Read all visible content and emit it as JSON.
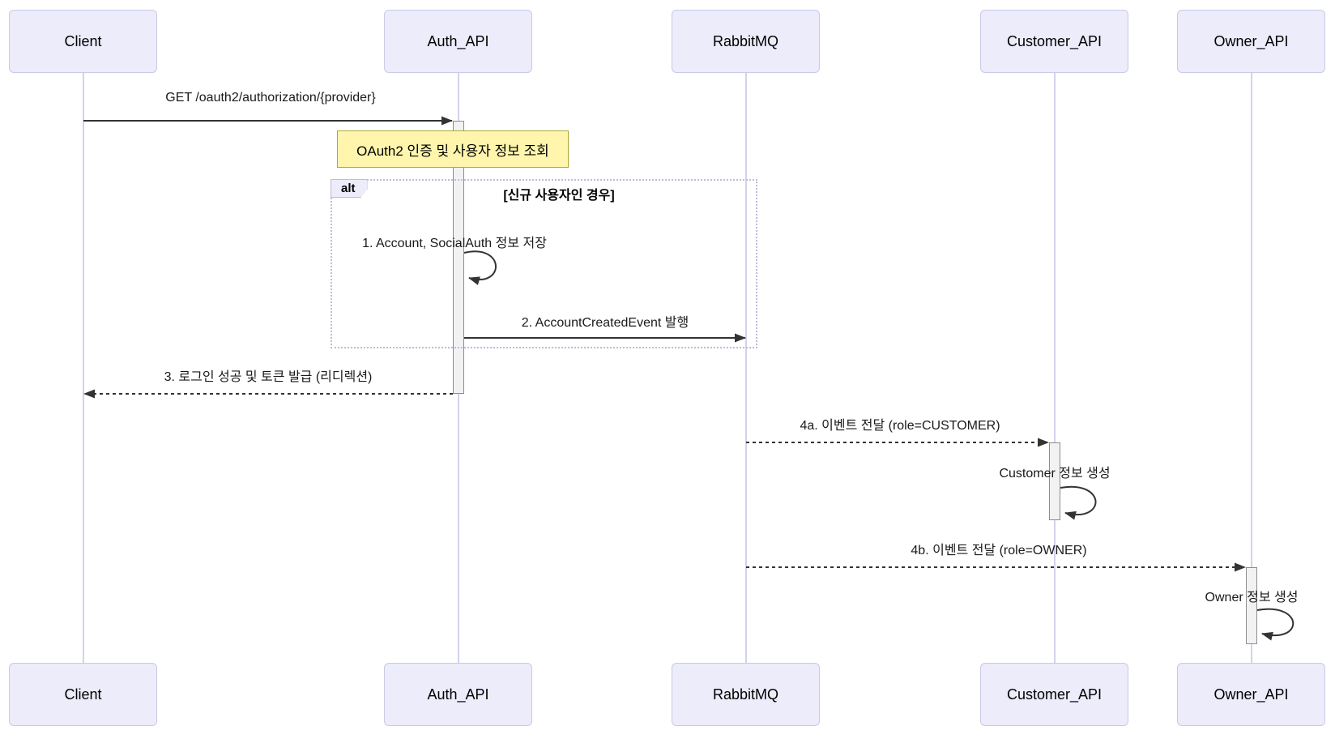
{
  "diagram": {
    "type": "sequence",
    "participants": [
      {
        "id": "client",
        "label": "Client"
      },
      {
        "id": "auth_api",
        "label": "Auth_API"
      },
      {
        "id": "rabbitmq",
        "label": "RabbitMQ"
      },
      {
        "id": "customer_api",
        "label": "Customer_API"
      },
      {
        "id": "owner_api",
        "label": "Owner_API"
      }
    ],
    "note": {
      "text": "OAuth2 인증 및 사용자 정보 조회",
      "over": "Auth_API"
    },
    "fragment": {
      "label": "alt",
      "condition": "[신규 사용자인 경우]"
    },
    "messages": {
      "m1": {
        "text": "GET /oauth2/authorization/{provider}",
        "from": "Client",
        "to": "Auth_API",
        "style": "solid"
      },
      "m_self1": {
        "text": "1. Account, SocialAuth 정보 저장",
        "from": "Auth_API",
        "to": "Auth_API",
        "style": "self"
      },
      "m2": {
        "text": "2. AccountCreatedEvent 발행",
        "from": "Auth_API",
        "to": "RabbitMQ",
        "style": "solid"
      },
      "m3": {
        "text": "3. 로그인 성공 및 토큰 발급 (리디렉션)",
        "from": "Auth_API",
        "to": "Client",
        "style": "dashed"
      },
      "m4a": {
        "text": "4a. 이벤트 전달 (role=CUSTOMER)",
        "from": "RabbitMQ",
        "to": "Customer_API",
        "style": "dashed"
      },
      "m_self2": {
        "text": "Customer 정보 생성",
        "from": "Customer_API",
        "to": "Customer_API",
        "style": "self"
      },
      "m4b": {
        "text": "4b. 이벤트 전달 (role=OWNER)",
        "from": "RabbitMQ",
        "to": "Owner_API",
        "style": "dashed"
      },
      "m_self3": {
        "text": "Owner 정보 생성",
        "from": "Owner_API",
        "to": "Owner_API",
        "style": "self"
      }
    }
  },
  "colors": {
    "actor-fill": "#ECECFB",
    "actor-border": "#C9C9E8",
    "lifeline": "#D2D2EC",
    "note-fill": "#FFF5AD",
    "note-border": "#AAAA33",
    "line": "#333333",
    "activation-fill": "#F2F2F2",
    "activation-border": "#8C8C8C",
    "fragment-border": "#BCBCDC",
    "text": "#111111",
    "bg": "#FFFFFF"
  }
}
